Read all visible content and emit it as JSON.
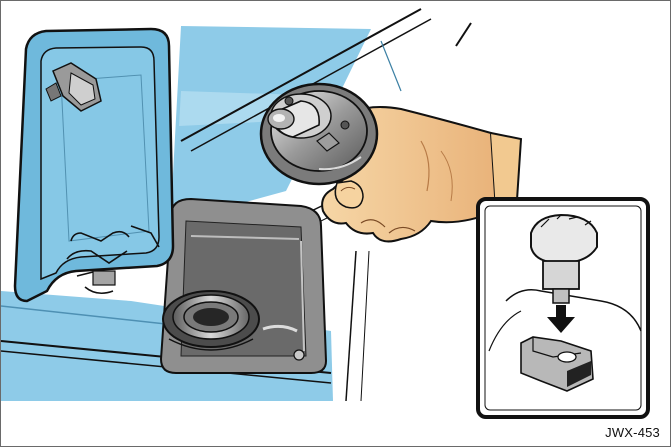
{
  "figure": {
    "code": "JWX-453"
  },
  "colors": {
    "body_panel": "#7cc4e4",
    "fuel_door": "#6fb9dc",
    "metal_dark": "#6d6d6d",
    "metal_mid": "#a7a7a7",
    "metal_light": "#e1e1e1",
    "skin": "#f2c990",
    "outline": "#111111"
  },
  "icons": [
    "fuel-filler-door",
    "fuel-cap",
    "hand",
    "filler-neck",
    "cap-holder-arrow-inset"
  ]
}
